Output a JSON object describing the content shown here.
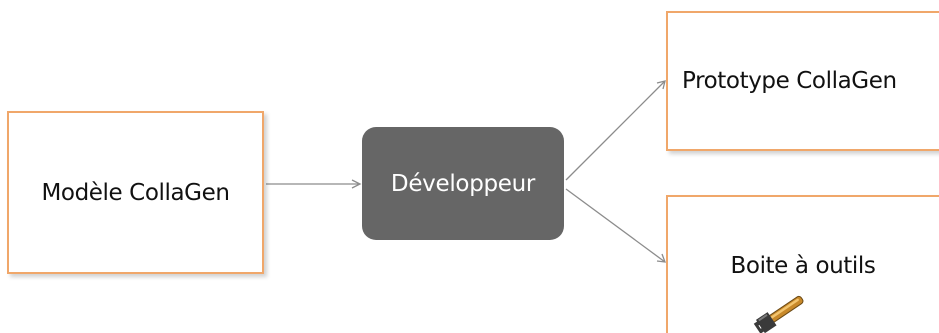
{
  "nodes": {
    "model": {
      "label": "Modèle CollaGen"
    },
    "developer": {
      "label": "Développeur"
    },
    "prototype": {
      "label": "Prototype CollaGen"
    },
    "toolbox": {
      "label": "Boite à outils",
      "icon": "wrench-icon"
    }
  },
  "edges": [
    {
      "from": "model",
      "to": "developer"
    },
    {
      "from": "developer",
      "to": "prototype"
    },
    {
      "from": "developer",
      "to": "toolbox"
    }
  ],
  "colors": {
    "box_border": "#f0a76a",
    "developer_fill": "#666666",
    "connector": "#8c8c8c",
    "wrench": "#c8892a"
  }
}
